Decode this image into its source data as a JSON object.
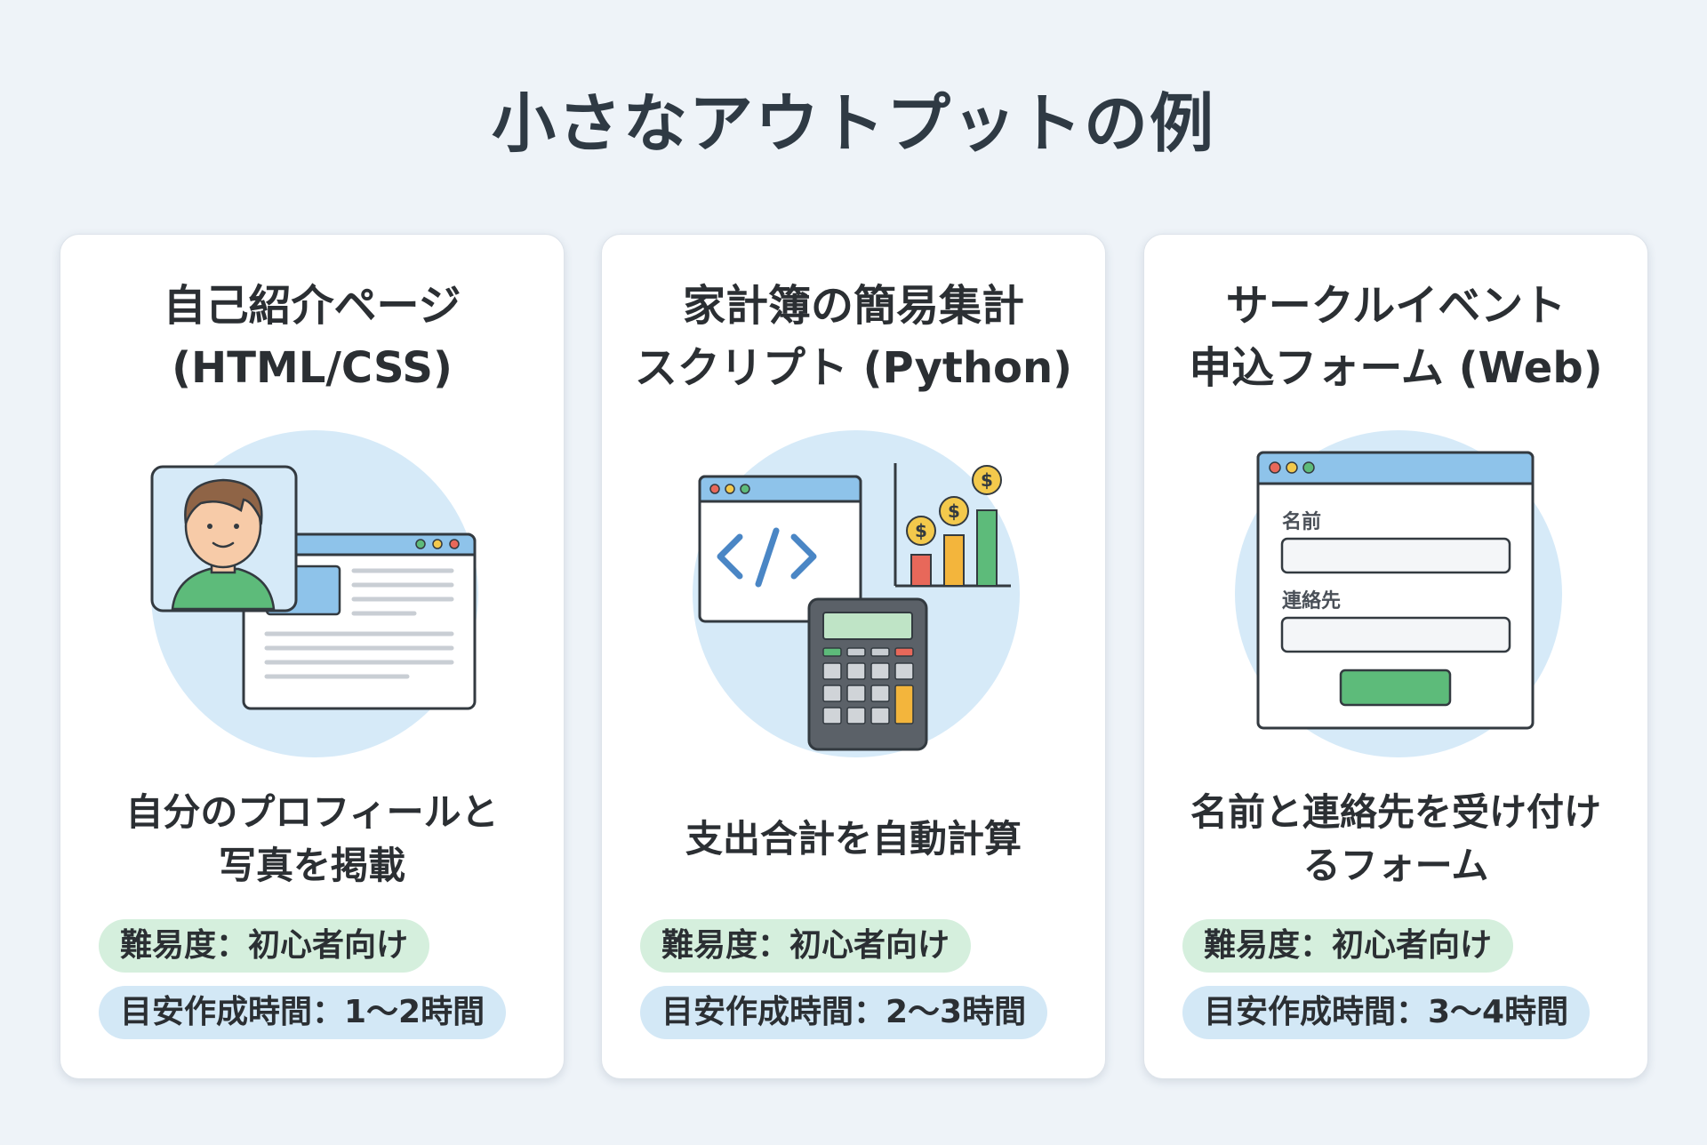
{
  "title": "小さなアウトプットの例",
  "cards": [
    {
      "title_lines": [
        "自己紹介ページ",
        "(HTML/CSS)"
      ],
      "icon": "profile-webpage-icon",
      "desc_lines": [
        "自分のプロフィールと",
        "写真を掲載"
      ],
      "difficulty": "難易度：初心者向け",
      "time": "目安作成時間：1〜2時間"
    },
    {
      "title_lines": [
        "家計簿の簡易集計",
        "スクリプト (Python)"
      ],
      "icon": "code-chart-calculator-icon",
      "desc_lines": [
        "支出合計を自動計算"
      ],
      "difficulty": "難易度：初心者向け",
      "time": "目安作成時間：2〜3時間"
    },
    {
      "title_lines": [
        "サークルイベント",
        "申込フォーム (Web)"
      ],
      "icon": "web-form-icon",
      "form_labels": [
        "名前",
        "連絡先"
      ],
      "desc_lines": [
        "名前と連絡先を受け付け",
        "るフォーム"
      ],
      "difficulty": "難易度：初心者向け",
      "time": "目安作成時間：3〜4時間"
    }
  ],
  "colors": {
    "green_badge": "#d5efdd",
    "blue_badge": "#d3e8f6",
    "circle": "#d6eaf8",
    "accent_blue": "#8ec3ea",
    "green": "#5dbb7a"
  }
}
